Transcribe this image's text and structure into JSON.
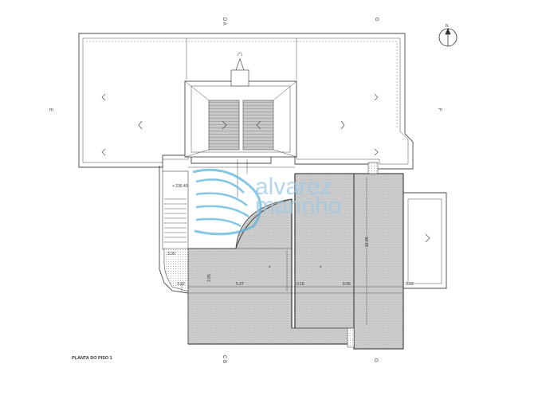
{
  "sheet": {
    "title": "PLANTA DO PISO 1",
    "section_marks": {
      "top_left": "D A",
      "top_right": "G",
      "left": "E",
      "right": "F",
      "bottom_left": "C B",
      "bottom_right": "G"
    },
    "north_arrow": "N"
  },
  "watermark": {
    "line1": "alvarez",
    "line2": "marinho",
    "colors": {
      "wave": "#5bb5dd",
      "text": "#9cc9e6"
    }
  },
  "dimensions": {
    "level": "+ 236.40",
    "d_3_00": "3.00",
    "d_3_22": "3.22",
    "d_3_85": "3.85",
    "d_5_37": "5.37",
    "d_0_16": "0.16",
    "d_6_06": "6.06",
    "d_0_22": "0.22",
    "d_12_85": "12.85",
    "d_A_left": "A",
    "d_A_right": "A"
  },
  "colors": {
    "line": "#4a4a4a",
    "hatch": "#b8b8b8",
    "fill": "#d2d2d2"
  }
}
